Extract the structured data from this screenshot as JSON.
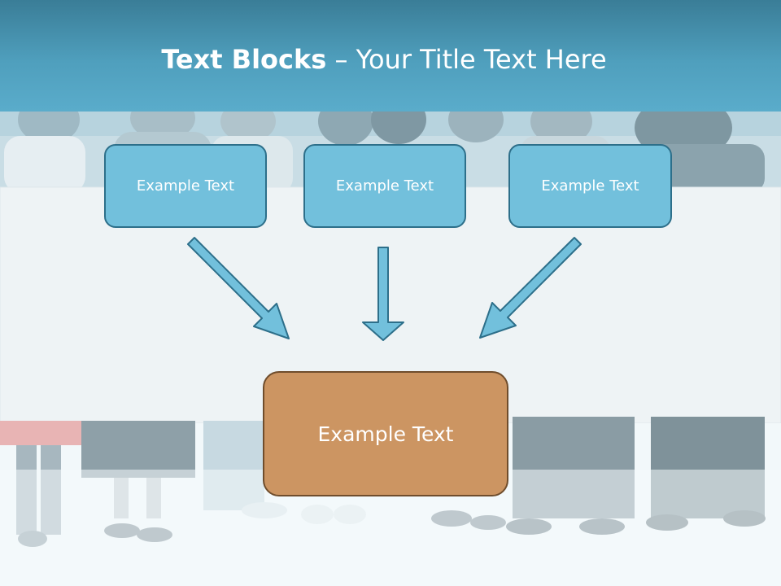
{
  "slide": {
    "title_bold": "Text Blocks",
    "title_rest": " – Your Title Text Here"
  },
  "blocks": {
    "top": [
      {
        "label": "Example Text"
      },
      {
        "label": "Example Text"
      },
      {
        "label": "Example Text"
      }
    ],
    "main": {
      "label": "Example Text"
    }
  },
  "colors": {
    "title_band": "#4f9fbd",
    "top_block_fill": "#72c0dc",
    "top_block_border": "#2d6f8a",
    "main_block_fill": "#cc9562",
    "main_block_border": "#6f4d2c",
    "arrow_fill": "#72c0dc",
    "arrow_stroke": "#2d6f8a"
  }
}
